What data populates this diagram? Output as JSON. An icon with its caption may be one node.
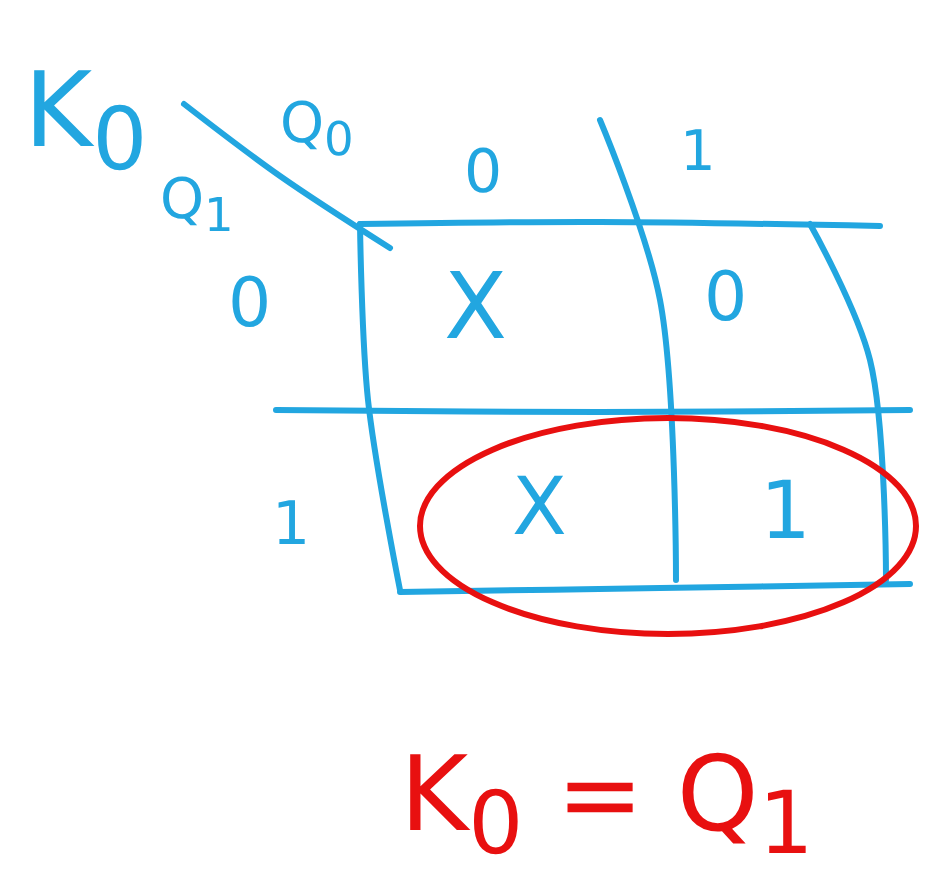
{
  "diagram": {
    "labels": [
      "K$_{0}$",
      "Q$_{0}$",
      "Q$_{1}$",
      "0",
      "1",
      "0",
      "X",
      "0",
      "1",
      "X",
      "1",
      "K$_{0}$ = Q$_{1}$"
    ]
  }
}
